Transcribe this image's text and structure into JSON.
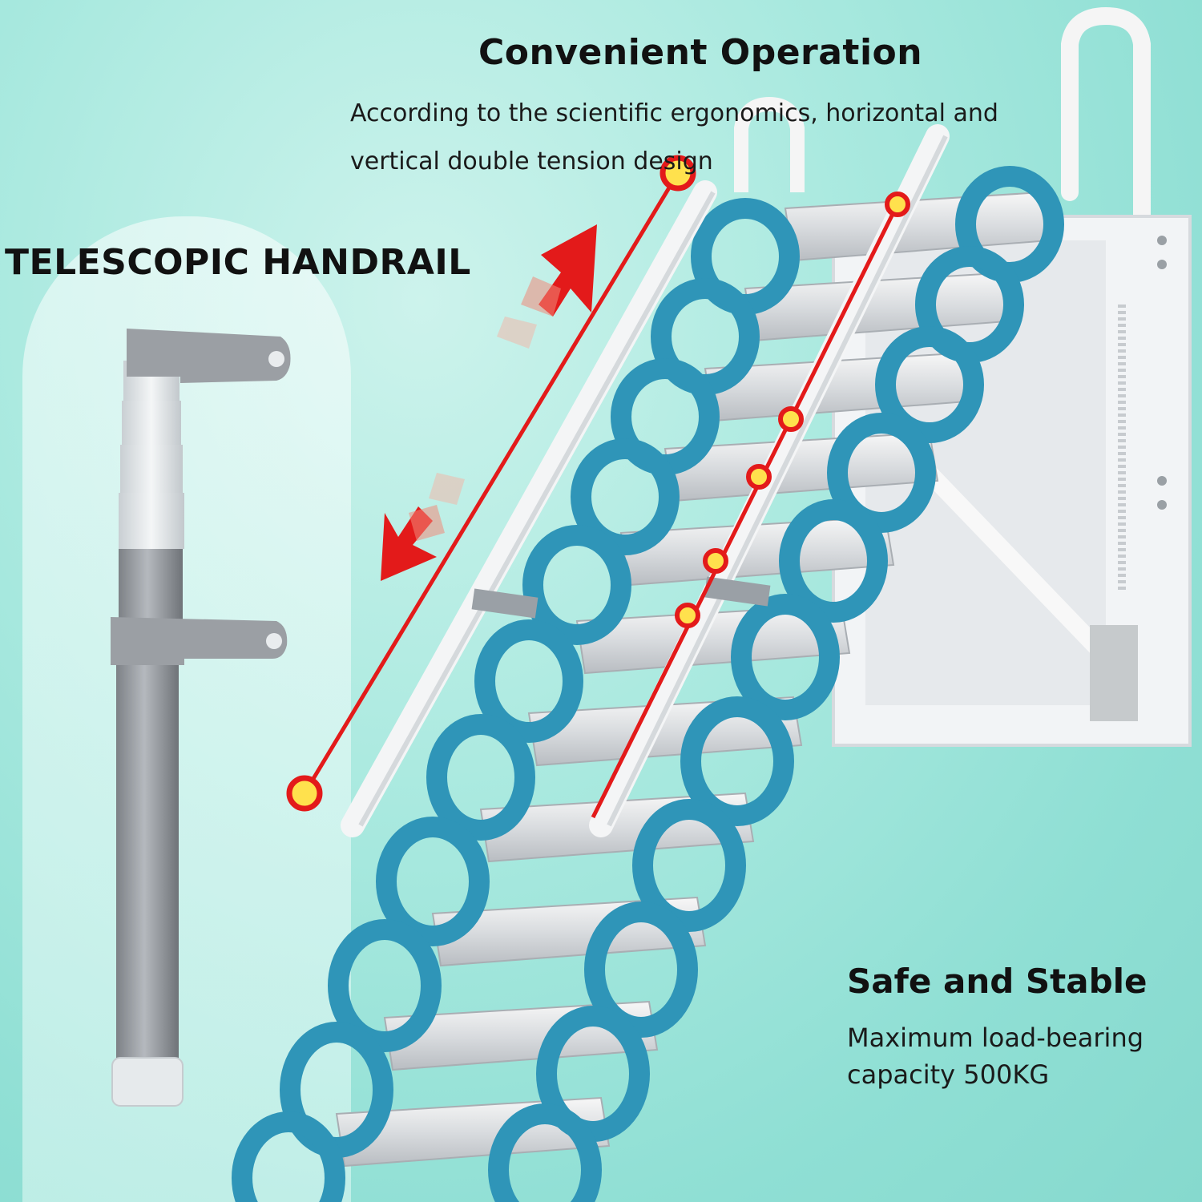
{
  "convenient_operation": {
    "title": "Convenient Operation",
    "description_line1": "According to the scientific ergonomics, horizontal and",
    "description_line2": "vertical double tension design"
  },
  "telescopic_handrail": {
    "title": "TELESCOPIC HANDRAIL"
  },
  "safe_and_stable": {
    "title": "Safe and Stable",
    "description_line1": "Maximum load-bearing",
    "description_line2": "capacity 500KG"
  },
  "colors": {
    "background": "#a9e9df",
    "ladder_blue": "#2f95b8",
    "arrow_red": "#e31a1a",
    "marker_yellow": "#ffe14d",
    "handrail_gray": "#8d9196"
  },
  "icons": [
    "up-arrow-icon",
    "down-arrow-icon",
    "marker-dot-icon"
  ]
}
